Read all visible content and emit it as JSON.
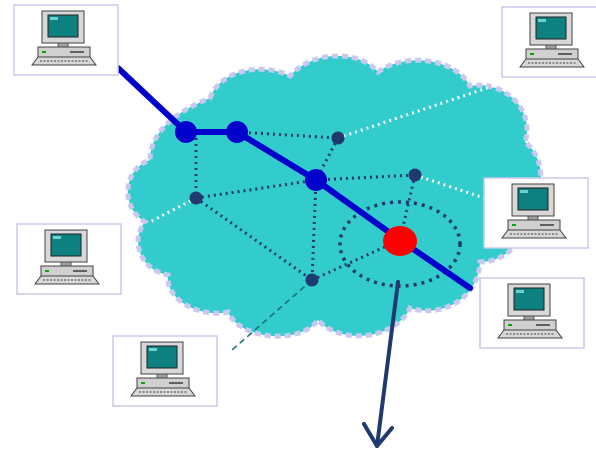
{
  "diagram": {
    "icons": {
      "computer": "desktop-computer-icon",
      "cloud": "network-cloud",
      "highlight_node": "red-node",
      "arrow": "down-arrow-icon"
    },
    "colors": {
      "background": "#ffffff",
      "cloud_fill": "#33cccc",
      "cloud_outline": "#c8c8f0",
      "main_path": "#0000cc",
      "node_dark": "#1e3a6e",
      "highlight_node": "#ff0000",
      "arrow": "#1e3a6e",
      "dotted_white": "#ffffff",
      "dashed_teal": "#1a6b6b",
      "computer_frame": "#c8c8e8"
    },
    "computer_count": 6,
    "main_path_nodes": 4,
    "internal_nodes": 5
  }
}
